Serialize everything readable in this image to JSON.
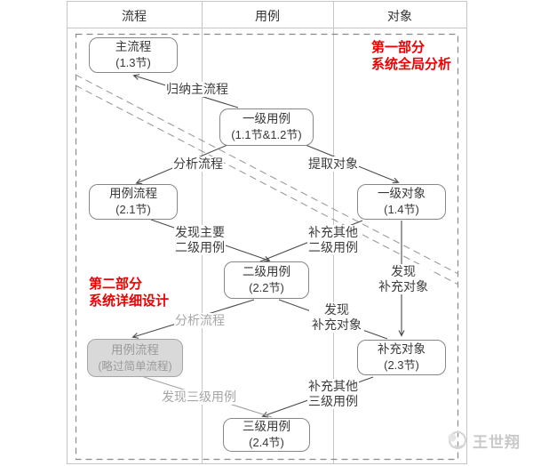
{
  "header": {
    "columns": {
      "process": "流程",
      "usecase": "用例",
      "object": "对象"
    }
  },
  "annotations": {
    "part1": {
      "line1": "第一部分",
      "line2": "系统全局分析"
    },
    "part2": {
      "line1": "第二部分",
      "line2": "系统详细设计"
    }
  },
  "nodes": {
    "main_flow": {
      "title": "主流程",
      "subtitle": "(1.3节)"
    },
    "level1_usecase": {
      "title": "一级用例",
      "subtitle": "(1.1节&1.2节)"
    },
    "usecase_flow_21": {
      "title": "用例流程",
      "subtitle": "(2.1节)"
    },
    "level1_object": {
      "title": "一级对象",
      "subtitle": "(1.4节)"
    },
    "level2_usecase": {
      "title": "二级用例",
      "subtitle": "(2.2节)"
    },
    "supplement_object": {
      "title": "补充对象",
      "subtitle": "(2.3节)"
    },
    "usecase_flow_skip": {
      "title": "用例流程",
      "subtitle": "(略过简单流程)"
    },
    "level3_usecase": {
      "title": "三级用例",
      "subtitle": "(2.4节)"
    }
  },
  "edge_labels": {
    "summarize_main_flow": "归纳主流程",
    "analyze_flow_1": "分析流程",
    "extract_objects": "提取对象",
    "discover_main_l2": {
      "line1": "发现主要",
      "line2": "二级用例"
    },
    "supplement_other_l2": {
      "line1": "补充其他",
      "line2": "二级用例"
    },
    "discover_supplement_a": {
      "line1": "发现",
      "line2": "补充对象"
    },
    "discover_supplement_b": {
      "line1": "发现",
      "line2": "补充对象"
    },
    "supplement_other_l3": {
      "line1": "补充其他",
      "line2": "三级用例"
    },
    "analyze_flow_2": "分析流程",
    "discover_l3": "发现三级用例"
  },
  "watermark": {
    "name": "王世翔"
  },
  "colors": {
    "part_label_red": "#ee0000",
    "muted_gray": "#a6a6a6",
    "node_border": "#878787",
    "muted_node_bg": "#d9d9d9",
    "grid_line": "#c5c5c5",
    "connector": "#4b4b4b"
  }
}
